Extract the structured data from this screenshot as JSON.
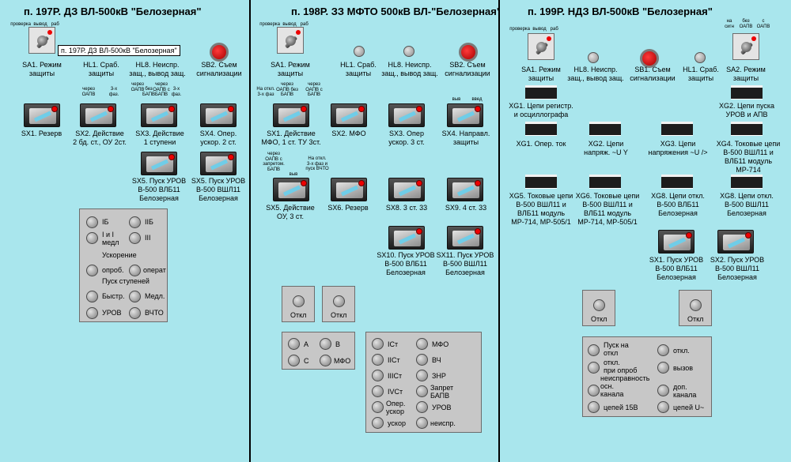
{
  "panels": {
    "p197": {
      "title": "п. 197Р. ДЗ ВЛ-500кВ \"Белозерная\"",
      "tooltip": "п. 197Р. ДЗ ВЛ-500кВ \"Белозерная\"",
      "sa1_pos": "проверка  вывод   раб",
      "sa1": "SA1. Режим\nзащиты",
      "hl1": "HL1. Сраб.\nзащиты",
      "hl8": "HL8. Неиспр.\nзащ., вывод защ.",
      "sb2": "SB2. Съем\nсигнализации",
      "sx2_pos": "через\nОАПВ",
      "sx2_pos2": "3-х\nфаз.",
      "sx3_pos": "через\nОАПВ",
      "sx3_pos2": "без\nБАПВ",
      "sx3_pos3": "через\nОАПВ с\nБАПВ",
      "sx3_pos4": "3-х\nфаз.",
      "sx1": "SX1. Резерв",
      "sx2": "SX2. Действие\n2 бд. ст., ОУ 2ст.",
      "sx3": "SX3. Действие\n1 ступени",
      "sx4": "SX4. Опер.\nускор. 2 ст.",
      "sx5a": "SX5. Пуск УРОВ\nВ-500 ВЛБ11\nБелозерная",
      "sx5b": "SX5. Пуск УРОВ\nВ-500 ВШЛ11\nБелозерная",
      "box": [
        "IБ",
        "IIБ",
        "I и I\nмедл",
        "III",
        "Ускорение",
        "опроб.",
        "операт",
        "Пуск ступеней",
        "Быстр.",
        "Медл.",
        "УРОВ",
        "ВЧТО"
      ]
    },
    "p198": {
      "title": "п. 198Р. ЗЗ МФТО 500кВ ВЛ-\"Белозерная\"",
      "sa1_pos": "проверка  вывод   раб",
      "sa1": "SA1. Режим\nзащиты",
      "hl1": "HL1. Сраб.\nзащиты",
      "hl8": "HL8. Неиспр.\nзащ., вывод защ.",
      "sb2": "SB2. Съем\nсигнализации",
      "sx1_pos": "На откл.\n3-х фаз",
      "sx1_pos2": "через\nОАПВ без\nБАПВ",
      "sx1_pos3": "через\nОАПВ с\nБАПВ",
      "sx4_pos": "выв",
      "sx4_pos2": "введ",
      "sx5_pos": "через\nОАПВ с\nзапретом.\nБАПВ",
      "sx5_pos2": "выв",
      "sx5_pos3": "На откл.\n3-х фаз и\nпуск ВЧТО",
      "sx1": "SX1. Действие\nМФО, 1 ст. ТУ 3ст.",
      "sx2": "SX2. МФО",
      "sx3": "SX3. Опер\nускор. 3 ст.",
      "sx4": "SX4. Направл.\nзащиты",
      "sx5": "SX5. Действие\nОУ, 3 ст.",
      "sx6": "SX6. Резерв",
      "sx8": "SX8. 3 ст. 33",
      "sx9": "SX9. 4 ст. 33",
      "sx10": "SX10. Пуск УРОВ\nВ-500 ВЛБ11\nБелозерная",
      "sx11": "SX11. Пуск УРОВ\nВ-500 ВШЛ11\nБелозерная",
      "otkl1": "Откл",
      "otkl2": "Откл",
      "box1": [
        "A",
        "B",
        "C",
        "МФО"
      ],
      "box2": [
        "IСт",
        "МФО",
        "IIСт",
        "ВЧ",
        "IIIСт",
        "ЗНР",
        "IVСт",
        "Запрет\nБАПВ",
        "Опер.\nускор",
        "УРОВ",
        "ускор",
        "неиспр."
      ]
    },
    "p199": {
      "title": "п. 199Р. НДЗ ВЛ-500кВ \"Белозерная\"",
      "sa1_pos": "проверка  вывод   раб",
      "sa2_pos": "на\nсигн",
      "sa2_pos2": "без\nОАПВ",
      "sa2_pos3": "с\nОАПВ",
      "sa1": "SA1. Режим\nзащиты",
      "hl8": "HL8. Неиспр.\nзащ., вывод защ.",
      "sb1": "SB1. Съем\nсигнализации",
      "hl1": "HL1. Сраб.\nзащиты",
      "sa2": "SA2. Режим\nзащиты",
      "xg1a": "XG1. Цепи регистр.\nи осциллографа",
      "xg2a": "XG2. Цепи пуска\nУРОВ и АПВ",
      "xg1b": "XG1. Опер. ток",
      "xg2b": "XG2. Цепи\nнапряж. ~U Y",
      "xg3": "XG3. Цепи\nнапряжения ~U />",
      "xg4": "XG4. Токовые цепи\nВ-500 ВШЛ11 и\nВЛБ11 модуль\nМР-714",
      "xg5": "XG5. Токовые цепи\nВ-500 ВШЛ11 и\nВЛБ11 модуль\nМР-714, МР-505/1",
      "xg6": "XG6. Токовые цепи\nВ-500 ВШЛ11 и\nВЛБ11 модуль\nМР-714, МР-505/1",
      "xg8a": "XG8. Цепи откл.\nВ-500 ВЛБ11\nБелозерная",
      "xg8b": "XG8. Цепи откл.\nВ-500 ВШЛ11\nБелозерная",
      "sx1": "SX1. Пуск УРОВ\nВ-500 ВЛБ11\nБелозерная",
      "sx2": "SX2. Пуск УРОВ\nВ-500 ВШЛ11\nБелозерная",
      "otkl1": "Откл",
      "otkl2": "Откл",
      "box": [
        "Пуск на\nоткл",
        "откл.",
        "откл.\nпри опроб",
        "вызов",
        "неисправность\nосн.\nканала",
        "доп.\nканала",
        "цепей 15В",
        "цепей U~"
      ]
    }
  }
}
